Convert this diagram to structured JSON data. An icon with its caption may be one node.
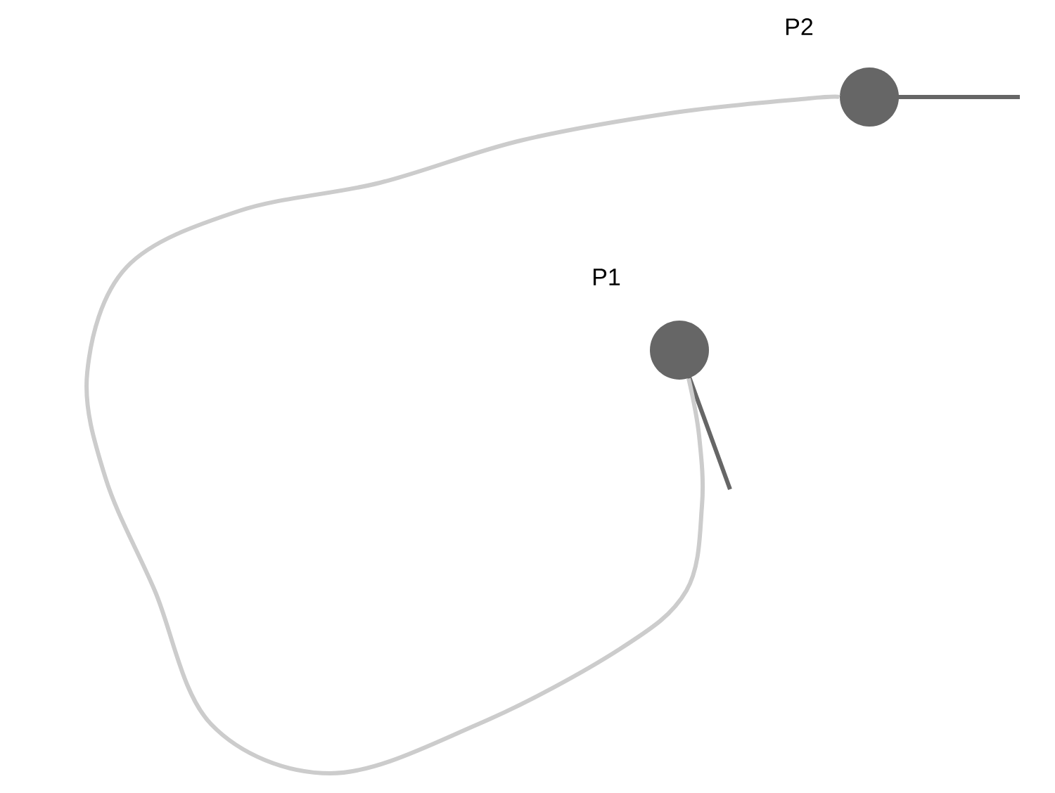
{
  "diagram": {
    "nodes": [
      {
        "text": [
          "P1"
        ]
      },
      {
        "text": [
          "P2"
        ]
      }
    ],
    "edges": [
      {
        "from": 0,
        "to": 1,
        "arrow": "none"
      }
    ]
  }
}
